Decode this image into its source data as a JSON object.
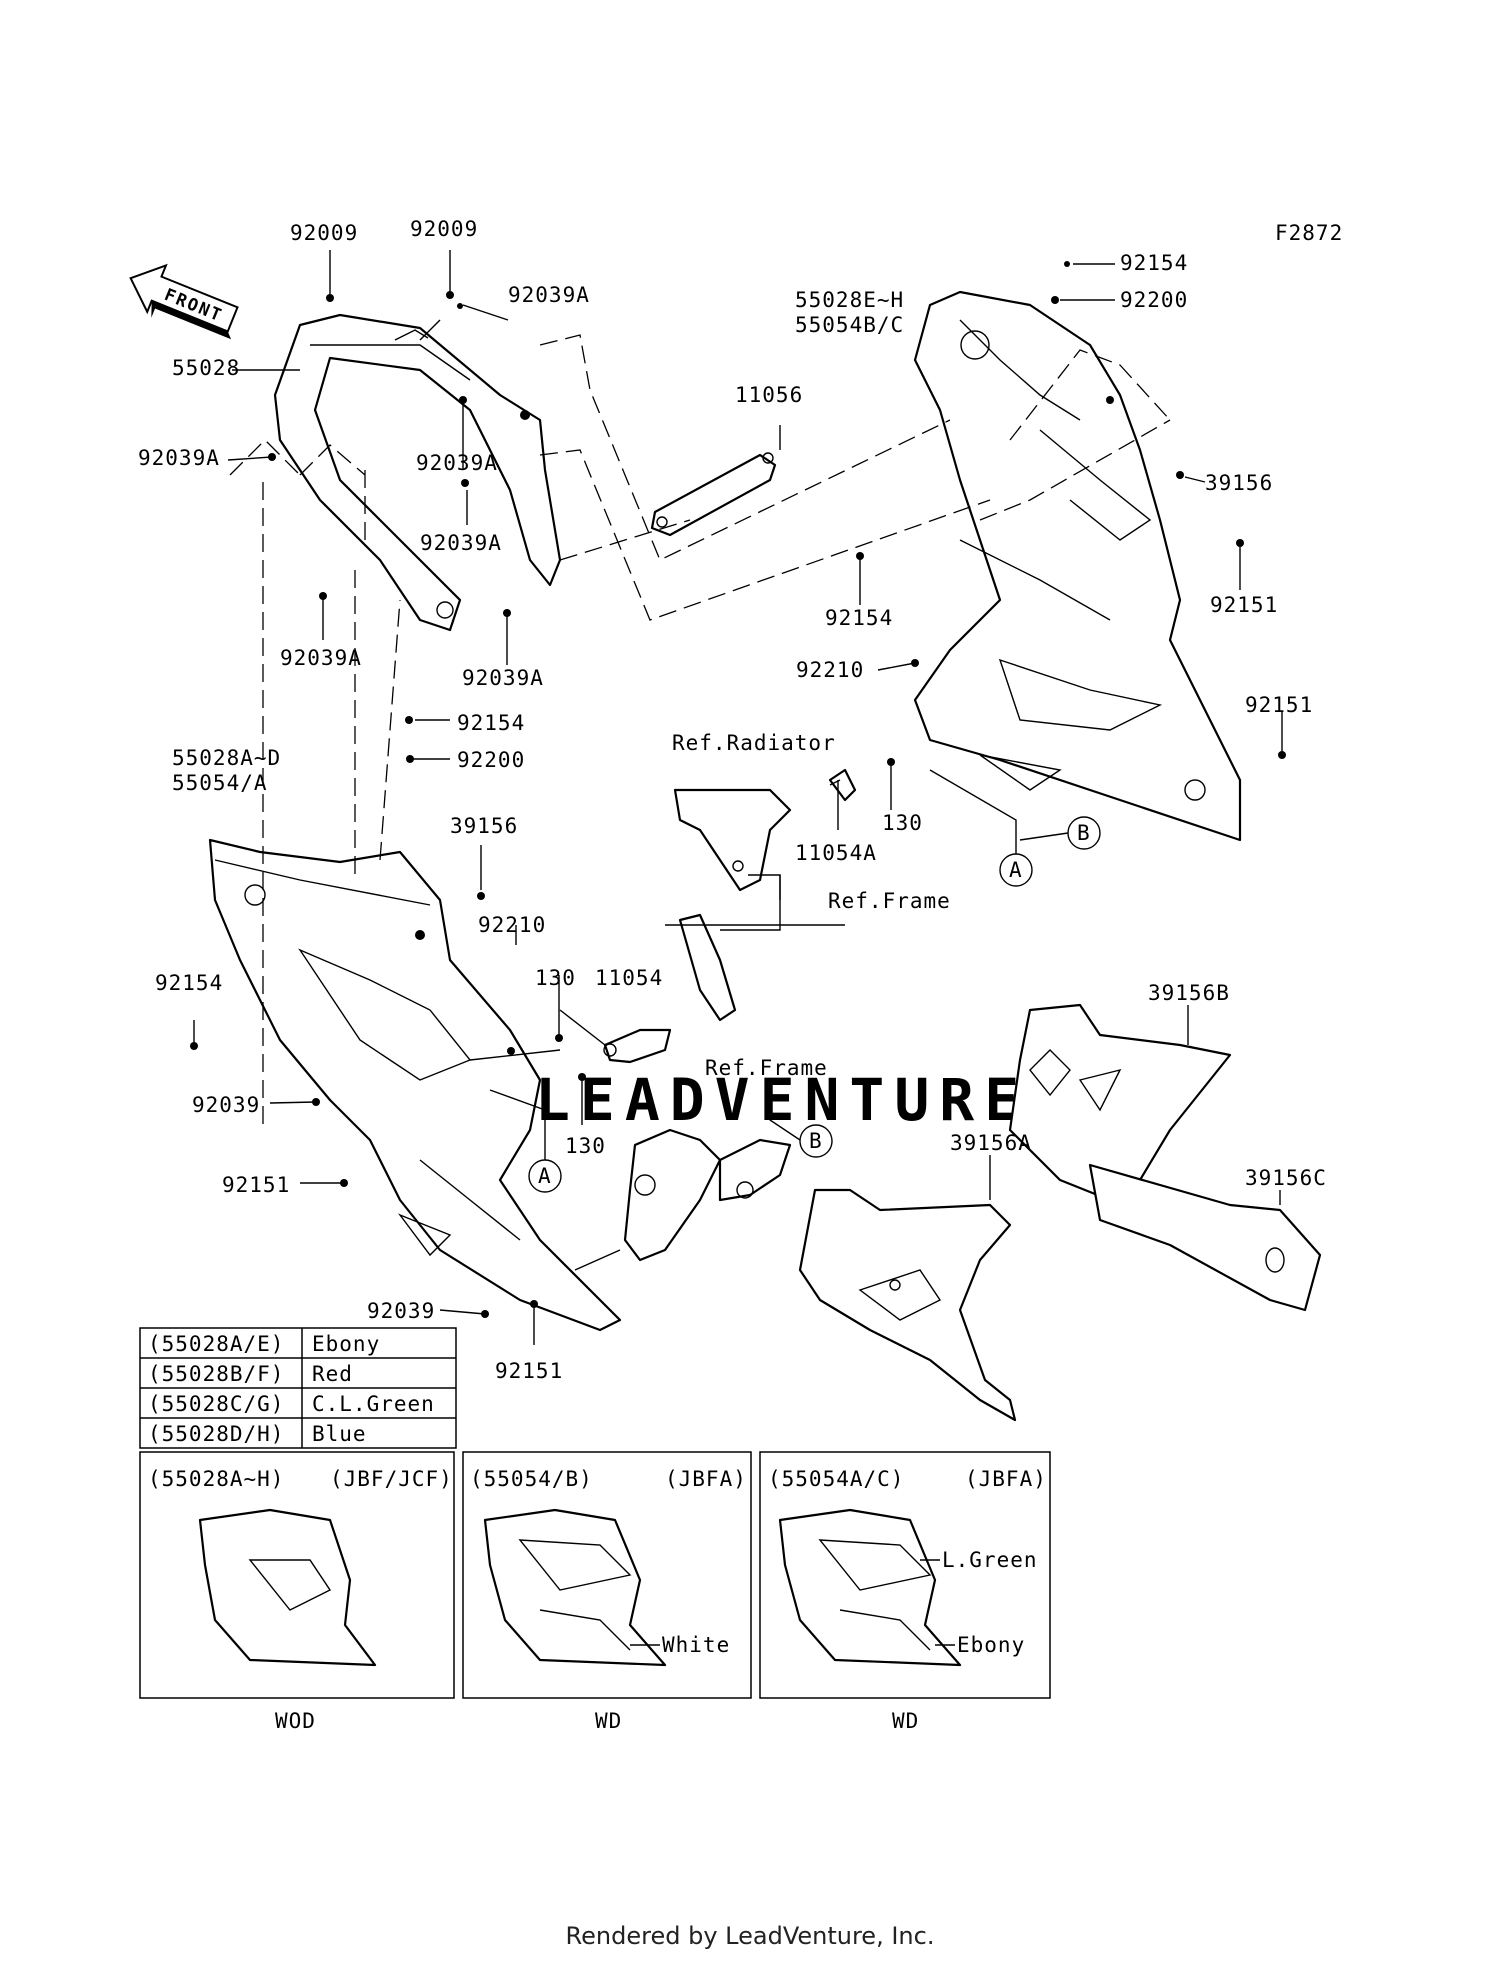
{
  "figure_code": "F2872",
  "front_label": "FRONT",
  "watermark": "LEADVENTURE",
  "callouts": {
    "c92009_l": "92009",
    "c92009_r": "92009",
    "c92039A_1": "92039A",
    "c55028": "55028",
    "c92039A_2": "92039A",
    "c92039A_3": "92039A",
    "c92039A_4": "92039A",
    "c92039A_5": "92039A",
    "c92039A_6": "92039A",
    "c11056": "11056",
    "c55028E_H": "55028E~H",
    "c55054BC": "55054B/C",
    "c92154_tr": "92154",
    "c92200_tr": "92200",
    "c39156_r": "39156",
    "c92154_m": "92154",
    "c92151_r1": "92151",
    "c92210_r": "92210",
    "c92151_r2": "92151",
    "ref_radiator": "Ref.Radiator",
    "c130_r": "130",
    "c11054A": "11054A",
    "ref_frame_1": "Ref.Frame",
    "c92154_l": "92154",
    "c92200_l": "92200",
    "c55028A_D": "55028A~D",
    "c55054A": "55054/A",
    "c39156_l": "39156",
    "c92210_l": "92210",
    "c130_m": "130",
    "c11054": "11054",
    "c92154_ll": "92154",
    "c92039_l": "92039",
    "c130_b": "130",
    "ref_frame_2": "Ref.Frame",
    "c92151_l": "92151",
    "c92039_b": "92039",
    "c92151_b": "92151",
    "c39156B": "39156B",
    "c39156A": "39156A",
    "c39156C": "39156C",
    "ref_A_1": "A",
    "ref_B_1": "B",
    "ref_A_2": "A",
    "ref_B_2": "B"
  },
  "color_table": [
    {
      "code": "(55028A/E)",
      "color": "Ebony"
    },
    {
      "code": "(55028B/F)",
      "color": "Red"
    },
    {
      "code": "(55028C/G)",
      "color": "C.L.Green"
    },
    {
      "code": "(55028D/H)",
      "color": "Blue"
    }
  ],
  "variants": [
    {
      "part": "(55028A~H)",
      "model": "(JBF/JCF)",
      "caption": "WOD",
      "notes": []
    },
    {
      "part": "(55054/B)",
      "model": "(JBFA)",
      "caption": "WD",
      "notes": [
        "White"
      ]
    },
    {
      "part": "(55054A/C)",
      "model": "(JBFA)",
      "caption": "WD",
      "notes": [
        "L.Green",
        "Ebony"
      ]
    }
  ],
  "footer": "Rendered by LeadVenture, Inc."
}
